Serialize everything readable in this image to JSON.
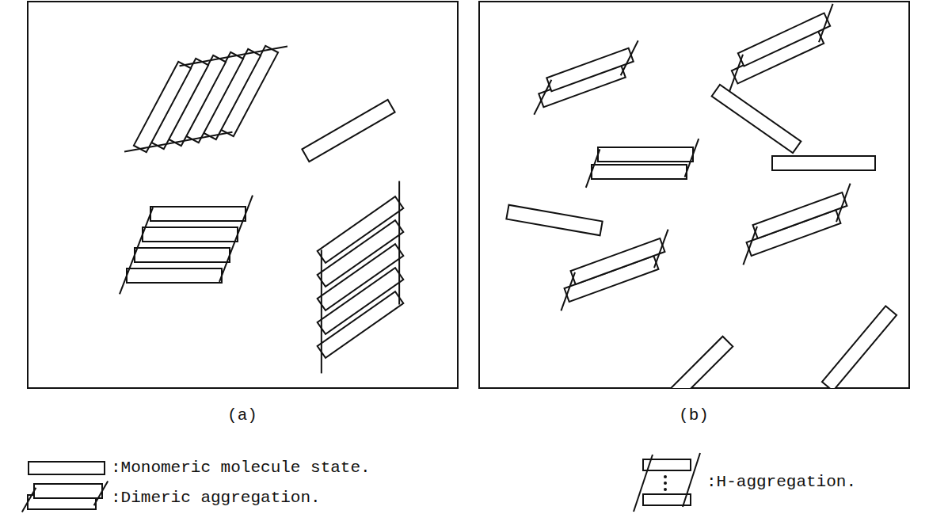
{
  "diagram": {
    "labels": [
      "(a)",
      "(b)"
    ],
    "legend": [
      {
        "text": ":Monomeric molecule state."
      },
      {
        "text": ":Dimeric aggregation."
      },
      {
        "text": ":H-aggregation."
      }
    ]
  }
}
